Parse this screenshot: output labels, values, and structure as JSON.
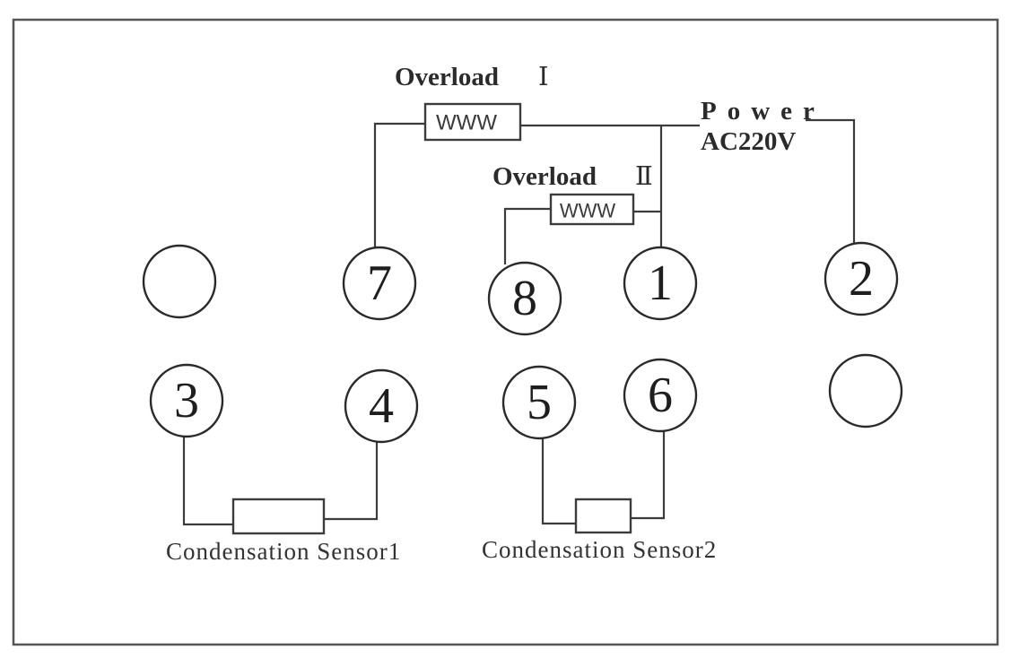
{
  "overload_1": {
    "label": "Overload",
    "numeral": "Ⅰ",
    "coil_text": "WWW"
  },
  "overload_2": {
    "label": "Overload",
    "numeral": "Ⅱ",
    "coil_text": "WWW"
  },
  "power": {
    "label": "Power",
    "voltage": "AC220V"
  },
  "terminals": {
    "t1": "1",
    "t2": "2",
    "t3": "3",
    "t4": "4",
    "t5": "5",
    "t6": "6",
    "t7": "7",
    "t8": "8"
  },
  "sensor_1": {
    "label": "Condensation Sensor1"
  },
  "sensor_2": {
    "label": "Condensation Sensor2"
  }
}
